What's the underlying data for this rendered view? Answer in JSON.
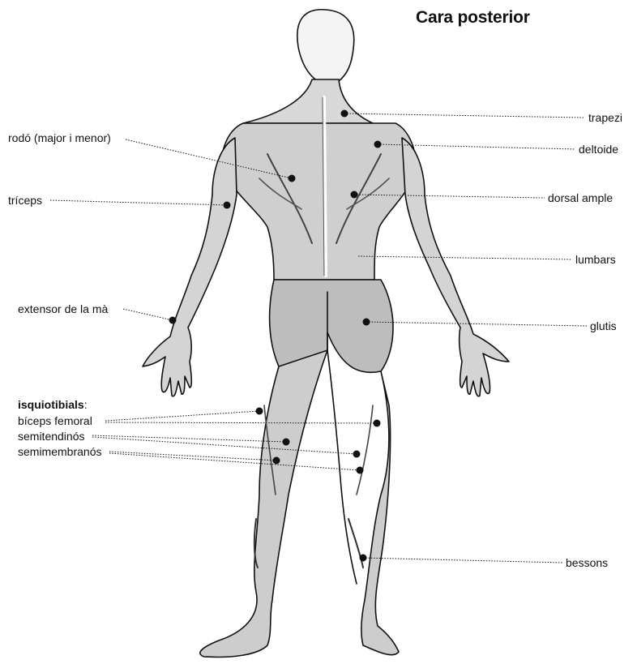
{
  "title": "Cara posterior",
  "colors": {
    "ink": "#111111",
    "muscle_shade": "#3a3a3a",
    "paper": "#ffffff"
  },
  "labels": {
    "trapezi": "trapezi",
    "deltoide": "deltoide",
    "dorsal_ample": "dorsal ample",
    "lumbars": "lumbars",
    "glutis": "glutis",
    "bessons": "bessons",
    "rodo": "rodó (major i menor)",
    "triceps": "tríceps",
    "extensor": "extensor de la mà",
    "isquiotibials": "isquiotibials",
    "isquiotibials_colon": ":",
    "biceps_femoral": "bíceps femoral",
    "semitendinos": "semitendinós",
    "semimembranos": "semimembranós"
  }
}
